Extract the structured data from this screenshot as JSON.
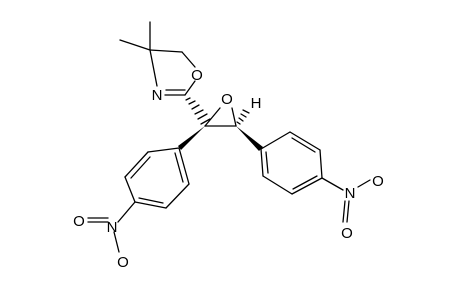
{
  "molecule": {
    "atoms": {
      "oxazoline_o": "O",
      "oxazoline_n": "N",
      "epoxide_o": "O",
      "epoxide_h": "H",
      "left_nitro_n": "N",
      "left_nitro_o_top": "O",
      "left_nitro_o_bottom": "O",
      "right_nitro_n": "N",
      "right_nitro_o_top": "O",
      "right_nitro_o_bottom": "O"
    }
  }
}
